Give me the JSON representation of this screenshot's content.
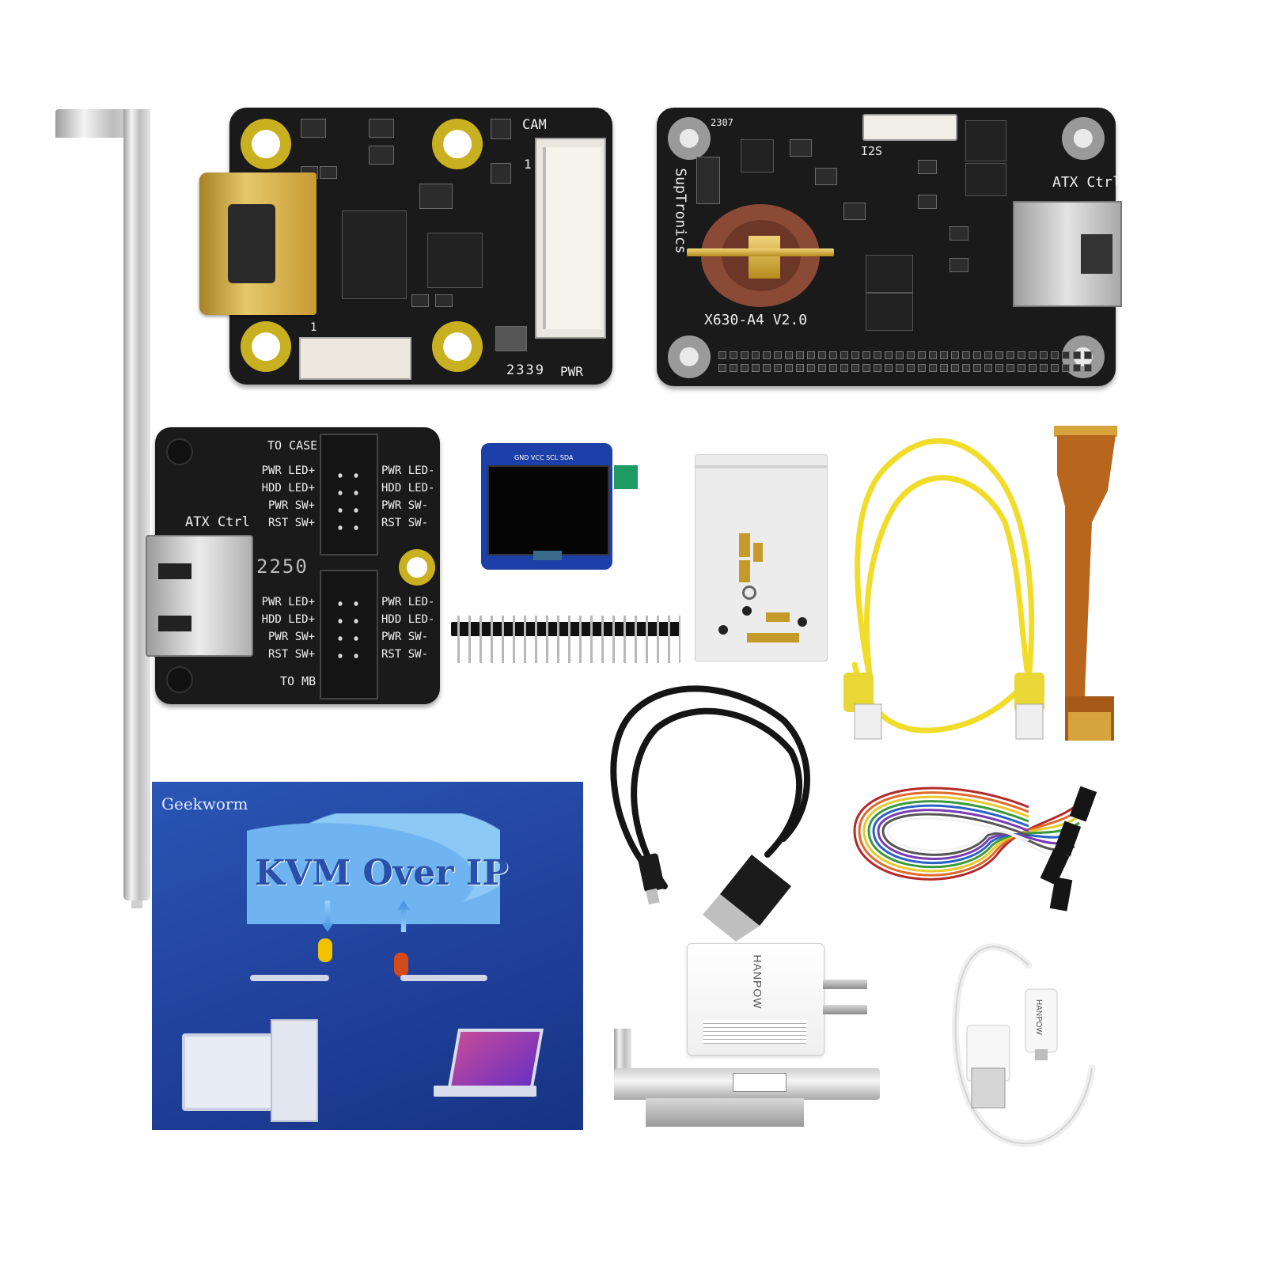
{
  "hdmi_board": {
    "cam_label": "CAM",
    "pwr_label": "PWR",
    "pin1_top": "1",
    "pin1_bottom": "1",
    "date_code": "2339"
  },
  "atx_hat": {
    "brand": "SupTronics",
    "model": "X630-A4  V2.0",
    "i2s_label": "I2S",
    "atx_label": "ATX Ctrl",
    "date_code": "2307"
  },
  "atx_bracket_board": {
    "atx_label": "ATX Ctrl",
    "to_case": "TO CASE",
    "to_mb": "TO MB",
    "date_code": "2250",
    "left_top": [
      "PWR LED+",
      "HDD LED+",
      "PWR SW+",
      "RST SW+"
    ],
    "right_top": [
      "PWR LED-",
      "HDD LED-",
      "PWR SW-",
      "RST SW-"
    ],
    "left_bottom": [
      "PWR LED+",
      "HDD LED+",
      "PWR SW+",
      "RST SW+"
    ],
    "right_bottom": [
      "PWR LED-",
      "HDD LED-",
      "PWR SW-",
      "RST SW-"
    ]
  },
  "oled": {
    "pins": "GND VCC SCL SDA"
  },
  "manual": {
    "brand": "Geekworm",
    "title": "KVM Over IP"
  },
  "adapter": {
    "brand": "HANPOW"
  },
  "usb_cable": {
    "brand": "HANPOW"
  },
  "colors": {
    "pcb": "#1a1a1a",
    "gold": "#c9b020",
    "manual_blue": "#2047a0",
    "ethernet_yellow": "#f2dc2a",
    "fpc_orange": "#b8651e"
  }
}
